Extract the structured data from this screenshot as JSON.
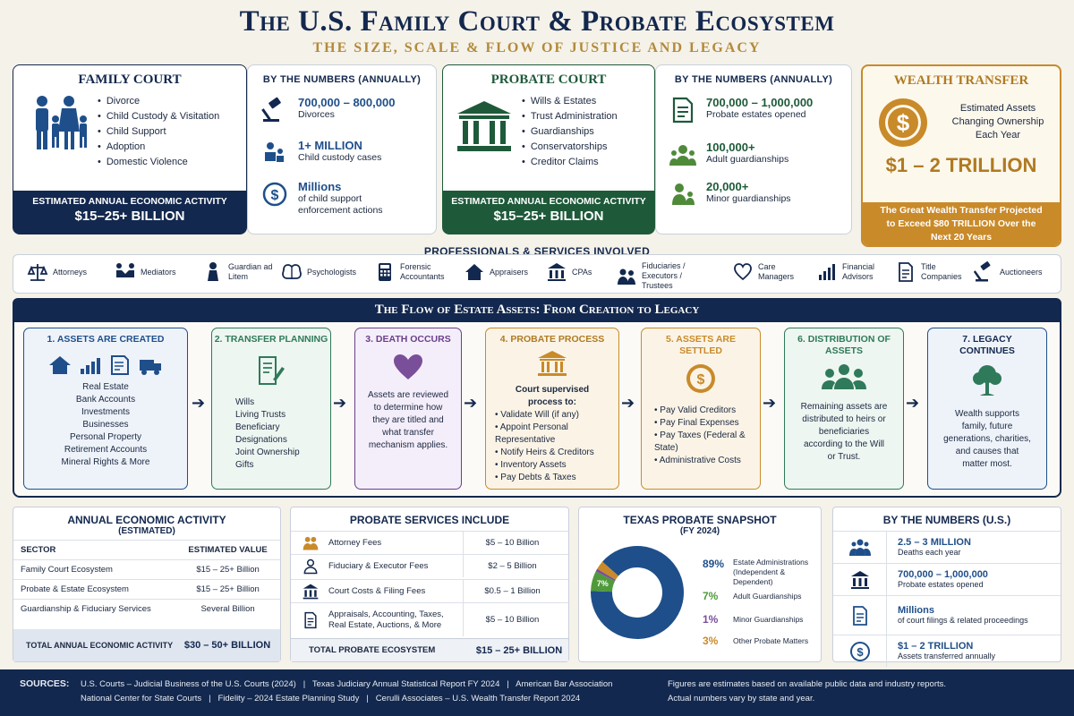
{
  "header": {
    "title": "The U.S. Family Court & Probate Ecosystem",
    "subtitle": "THE SIZE, SCALE & FLOW OF JUSTICE AND LEGACY"
  },
  "family": {
    "title": "FAMILY COURT",
    "items": [
      "Divorce",
      "Child Custody & Visitation",
      "Child Support",
      "Adoption",
      "Domestic Violence"
    ],
    "bar_label": "ESTIMATED ANNUAL ECONOMIC ACTIVITY",
    "bar_value": "$15–25+ BILLION"
  },
  "family_numbers": {
    "title": "BY THE NUMBERS (ANNUALLY)",
    "stats": [
      {
        "big": "700,000 – 800,000",
        "small": "Divorces"
      },
      {
        "big": "1+ MILLION",
        "small": "Child custody cases"
      },
      {
        "big": "Millions",
        "small": "of child support enforcement actions"
      }
    ]
  },
  "probate": {
    "title": "PROBATE COURT",
    "items": [
      "Wills & Estates",
      "Trust Administration",
      "Guardianships",
      "Conservatorships",
      "Creditor Claims"
    ],
    "bar_label": "ESTIMATED ANNUAL ECONOMIC ACTIVITY",
    "bar_value": "$15–25+ BILLION"
  },
  "probate_numbers": {
    "title": "BY THE NUMBERS (ANNUALLY)",
    "stats": [
      {
        "big": "700,000 – 1,000,000",
        "small": "Probate estates opened"
      },
      {
        "big": "100,000+",
        "small": "Adult guardianships"
      },
      {
        "big": "20,000+",
        "small": "Minor guardianships"
      }
    ]
  },
  "wealth": {
    "title": "WEALTH TRANSFER",
    "desc": "Estimated Assets Changing Ownership Each Year",
    "value": "$1 – 2 TRILLION",
    "note": "The Great Wealth Transfer Projected to Exceed $80 TRILLION Over the Next 20 Years"
  },
  "professionals": {
    "title": "PROFESSIONALS & SERVICES INVOLVED",
    "items": [
      {
        "label": "Attorneys",
        "icon": "scales-icon"
      },
      {
        "label": "Mediators",
        "icon": "handshake-icon"
      },
      {
        "label": "Guardian ad Litem",
        "icon": "guardian-icon"
      },
      {
        "label": "Psychologists",
        "icon": "brain-icon"
      },
      {
        "label": "Forensic Accountants",
        "icon": "calculator-icon"
      },
      {
        "label": "Appraisers",
        "icon": "house-icon"
      },
      {
        "label": "CPAs",
        "icon": "bank-icon"
      },
      {
        "label": "Fiduciaries / Executors / Trustees",
        "icon": "people-icon"
      },
      {
        "label": "Care Managers",
        "icon": "care-icon"
      },
      {
        "label": "Financial Advisors",
        "icon": "chart-icon"
      },
      {
        "label": "Title Companies",
        "icon": "document-icon"
      },
      {
        "label": "Auctioneers",
        "icon": "gavel-icon"
      }
    ]
  },
  "flow": {
    "title": "The Flow of Estate Assets: From Creation to Legacy",
    "steps": [
      {
        "title": "1. ASSETS ARE CREATED",
        "lines": [
          "Real Estate",
          "Bank Accounts",
          "Investments",
          "Businesses",
          "Personal Property",
          "Retirement Accounts",
          "Mineral Rights & More"
        ]
      },
      {
        "title": "2. TRANSFER PLANNING",
        "lines": [
          "Wills",
          "Living Trusts",
          "Beneficiary",
          "Designations",
          "Joint Ownership",
          "Gifts"
        ]
      },
      {
        "title": "3. DEATH OCCURS",
        "text": "Assets are reviewed to determine how they are titled and what transfer mechanism applies."
      },
      {
        "title": "4. PROBATE PROCESS",
        "intro": "Court supervised process to:",
        "bullets": [
          "Validate Will (if any)",
          "Appoint Personal Representative",
          "Notify Heirs & Creditors",
          "Inventory Assets",
          "Pay Debts & Taxes"
        ]
      },
      {
        "title": "5. ASSETS ARE SETTLED",
        "bullets": [
          "Pay Valid Creditors",
          "Pay Final Expenses",
          "Pay Taxes (Federal & State)",
          "Administrative Costs"
        ]
      },
      {
        "title": "6. DISTRIBUTION OF ASSETS",
        "text": "Remaining assets are distributed to heirs or beneficiaries according to the Will or Trust."
      },
      {
        "title": "7. LEGACY CONTINUES",
        "text": "Wealth supports family, future generations, charities, and causes that matter most."
      }
    ]
  },
  "econ": {
    "title": "ANNUAL ECONOMIC ACTIVITY",
    "subtitle": "(ESTIMATED)",
    "col1": "SECTOR",
    "col2": "ESTIMATED VALUE",
    "rows": [
      [
        "Family Court Ecosystem",
        "$15 – 25+ Billion"
      ],
      [
        "Probate & Estate Ecosystem",
        "$15 – 25+ Billion"
      ],
      [
        "Guardianship & Fiduciary Services",
        "Several Billion"
      ]
    ],
    "total_label": "TOTAL ANNUAL ECONOMIC ACTIVITY",
    "total_value": "$30 – 50+ BILLION"
  },
  "services": {
    "title": "PROBATE SERVICES INCLUDE",
    "rows": [
      [
        "Attorney Fees",
        "$5 – 10 Billion"
      ],
      [
        "Fiduciary & Executor Fees",
        "$2 – 5 Billion"
      ],
      [
        "Court Costs & Filing Fees",
        "$0.5 – 1 Billion"
      ],
      [
        "Appraisals, Accounting, Taxes, Real Estate, Auctions, & More",
        "$5 – 10 Billion"
      ]
    ],
    "total_label": "TOTAL PROBATE ECOSYSTEM",
    "total_value": "$15 – 25+ BILLION"
  },
  "texas": {
    "title": "TEXAS PROBATE SNAPSHOT",
    "subtitle": "(FY 2024)"
  },
  "chart_data": {
    "type": "pie",
    "title": "TEXAS PROBATE SNAPSHOT",
    "subtitle": "(FY 2024)",
    "slices": [
      {
        "label": "Estate Administrations (Independent & Dependent)",
        "value": 89,
        "pct": "89%",
        "color": "#1f4f8a"
      },
      {
        "label": "Adult Guardianships",
        "value": 7,
        "pct": "7%",
        "color": "#4f9a3a"
      },
      {
        "label": "Minor Guardianships",
        "value": 1,
        "pct": "1%",
        "color": "#7a4f9a"
      },
      {
        "label": "Other Probate Matters",
        "value": 3,
        "pct": "3%",
        "color": "#c98a2a"
      }
    ]
  },
  "us_numbers": {
    "title": "BY THE NUMBERS (U.S.)",
    "rows": [
      {
        "big": "2.5 – 3 MILLION",
        "small": "Deaths each year"
      },
      {
        "big": "700,000 – 1,000,000",
        "small": "Probate estates opened"
      },
      {
        "big": "Millions",
        "small": "of court filings & related proceedings"
      },
      {
        "big": "$1 – 2 TRILLION",
        "small": "Assets transferred annually"
      }
    ]
  },
  "footer": {
    "label": "SOURCES:",
    "line1": "U.S. Courts – Judicial Business of the U.S. Courts (2024)   |   Texas Judiciary Annual Statistical Report FY 2024   |   American Bar Association",
    "line2": "National Center for State Courts   |   Fidelity – 2024 Estate Planning Study   |   Cerulli Associates – U.S. Wealth Transfer Report 2024",
    "note1": "Figures are estimates based on available public data and industry reports.",
    "note2": "Actual numbers vary by state and year."
  }
}
